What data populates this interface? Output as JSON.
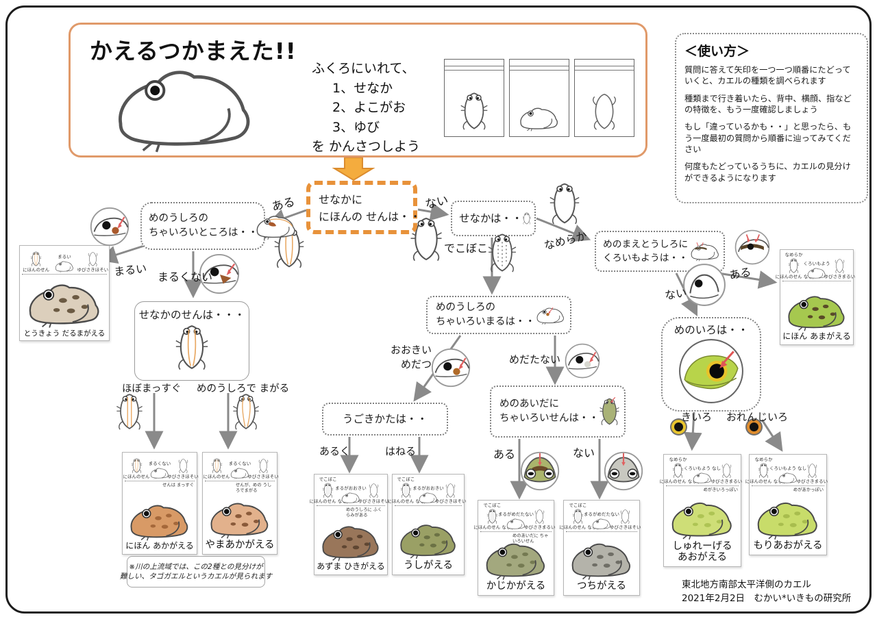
{
  "header": {
    "title": "かえるつかまえた!!",
    "observe_lines": [
      "ふくろにいれて、",
      "1、せなか",
      "2、よこがお",
      "3、ゆび",
      "を かんさつしよう"
    ]
  },
  "usage": {
    "heading": "＜使い方＞",
    "paragraphs": [
      "質問に答えて矢印を一つ一つ順番にたどっていくと、カエルの種類を調べられます",
      "種類まで行き着いたら、背中、横顔、指などの特徴を、もう一度確認しましょう",
      "もし「違っているかも・・」と思ったら、もう一度最初の質問から順番に辿ってみてください",
      "何度もたどっているうちに、カエルの見分けができるようになります"
    ]
  },
  "nodes": {
    "root": {
      "l1": "せなかに",
      "l2": "にほんの せんは・・"
    },
    "brown_spot": {
      "l1": "めのうしろの",
      "l2": "ちゃいろいところは・・"
    },
    "back_line": {
      "l1": "せなかのせんは・・・"
    },
    "back_surface": {
      "l1": "せなかは・・"
    },
    "brown_circle": {
      "l1": "めのうしろの",
      "l2": "ちゃいろいまるは・・"
    },
    "movement": {
      "l1": "うごきかたは・・"
    },
    "eye_stripe": {
      "l1": "めのあいだに",
      "l2": "ちゃいろいせんは・・"
    },
    "black_marks": {
      "l1": "めのまえとうしろに",
      "l2": "くろいもようは・・"
    },
    "eye_color": {
      "l1": "めのいろは・・"
    }
  },
  "branches": {
    "aru1": "ある",
    "nai1": "ない",
    "marui": "まるい",
    "marukunai": "まるくない",
    "massugu": "ほぼまっすぐ",
    "magaru": "めのうしろで まがる",
    "dekoboko": "でこぼこ",
    "nameraka": "なめらか",
    "ookii_l1": "おおきい",
    "ookii_l2": "めだつ",
    "medatanai": "めだたない",
    "aruku": "あるく",
    "haneru": "はねる",
    "aru2": "ある",
    "nai2": "ない",
    "aru3": "ある",
    "nai3": "ない",
    "kiiro": "きいろ",
    "orenji": "おれんじいろ"
  },
  "species": [
    {
      "name": "とうきょう だるまがえる",
      "color": "#dccfbc",
      "spot": "#6b5a43",
      "features": [
        {
          "icon": "top-stripe",
          "below": "にほんのせん"
        },
        {
          "icon": "side",
          "above": "まるい"
        },
        {
          "icon": "belly",
          "below": "ゆびさきほそい"
        }
      ]
    },
    {
      "name": "にほん あかがえる",
      "color": "#d89a66",
      "spot": "#a5683a",
      "note": "せんは まっすぐ",
      "features": [
        {
          "icon": "top-stripe",
          "below": "にほんのせん"
        },
        {
          "icon": "side",
          "above": "まるくない"
        },
        {
          "icon": "belly",
          "below": "ゆびさきほそい"
        }
      ]
    },
    {
      "name": "やまあかがえる",
      "color": "#e2b18c",
      "spot": "#8a5a3a",
      "note": "せんが、めの うしろでまがる",
      "features": [
        {
          "icon": "top-stripe",
          "below": "にほんのせん"
        },
        {
          "icon": "side",
          "above": "まるくない"
        },
        {
          "icon": "belly",
          "below": "ゆびさきほそい"
        }
      ]
    },
    {
      "name": "あずま ひきがえる",
      "color": "#99765a",
      "spot": "#5f4632",
      "note": "めのうしろに ふくらみがある",
      "features": [
        {
          "icon": "top-bumpy",
          "above": "でこぼこ",
          "below": "にほんのせん なし"
        },
        {
          "icon": "side",
          "above": "まるがおおきい"
        },
        {
          "icon": "belly",
          "below": "ゆびさきほそい"
        }
      ]
    },
    {
      "name": "うしがえる",
      "color": "#9aa065",
      "spot": "#6c7245",
      "features": [
        {
          "icon": "top-bumpy",
          "above": "でこぼこ",
          "below": "にほんのせん なし"
        },
        {
          "icon": "side",
          "above": "まるがおおきい"
        },
        {
          "icon": "belly",
          "below": "ゆびさきほそい"
        }
      ]
    },
    {
      "name": "かじかがえる",
      "color": "#a3a87e",
      "spot": "#757a52",
      "note": "めのあいだに ちゃいろいせん",
      "features": [
        {
          "icon": "top-bumpy",
          "above": "でこぼこ",
          "below": "にほんのせん なし"
        },
        {
          "icon": "side",
          "above": "まるがめだたない"
        },
        {
          "icon": "belly",
          "below": "ゆびさきまるい"
        }
      ]
    },
    {
      "name": "つちがえる",
      "color": "#b4b3aa",
      "spot": "#6f6e66",
      "features": [
        {
          "icon": "top-bumpy",
          "above": "でこぼこ",
          "below": "にほんのせん なし"
        },
        {
          "icon": "side",
          "above": "まるがめだたない"
        },
        {
          "icon": "belly",
          "below": "ゆびさきほそい"
        }
      ]
    },
    {
      "name": "しゅれーげる",
      "name2": "あおがえる",
      "color": "#cede77",
      "spot": "#aec454",
      "note": "めがきいろっぽい",
      "features": [
        {
          "icon": "top",
          "above": "なめらか",
          "below": "にほんのせん なし"
        },
        {
          "icon": "side",
          "above": "くろいもよう なし"
        },
        {
          "icon": "belly",
          "below": "ゆびさきまるい"
        }
      ]
    },
    {
      "name": "もりあおがえる",
      "color": "#c8dc6a",
      "spot": "#a8bd4e",
      "note": "めがあかっぽい",
      "features": [
        {
          "icon": "top",
          "above": "なめらか",
          "below": "にほんのせん なし"
        },
        {
          "icon": "side",
          "above": "くろいもよう なし"
        },
        {
          "icon": "belly",
          "below": "ゆびさきまるい"
        }
      ]
    },
    {
      "name": "にほん あまがえる",
      "color": "#a6c84f",
      "spot": "#5a4a28",
      "features": [
        {
          "icon": "top",
          "above": "なめらか",
          "below": "にほんのせん なし"
        },
        {
          "icon": "side",
          "above": "くろいもよう"
        },
        {
          "icon": "belly",
          "below": "ゆびさきまるい"
        }
      ]
    }
  ],
  "note": {
    "l1": "※川の上流域では、この2種との見分けが",
    "l2": "難しい、タゴガエルというカエルが見られます"
  },
  "footer": {
    "line1": "東北地方南部太平洋側のカエル",
    "line2": "2021年2月2日　むかい*いきもの研究所"
  },
  "colors": {
    "accent_orange": "#e8923a",
    "arrow_gray": "#8a8a8a",
    "pointer_red": "#e06060",
    "dorsal_line_orange": "#e8a863"
  }
}
